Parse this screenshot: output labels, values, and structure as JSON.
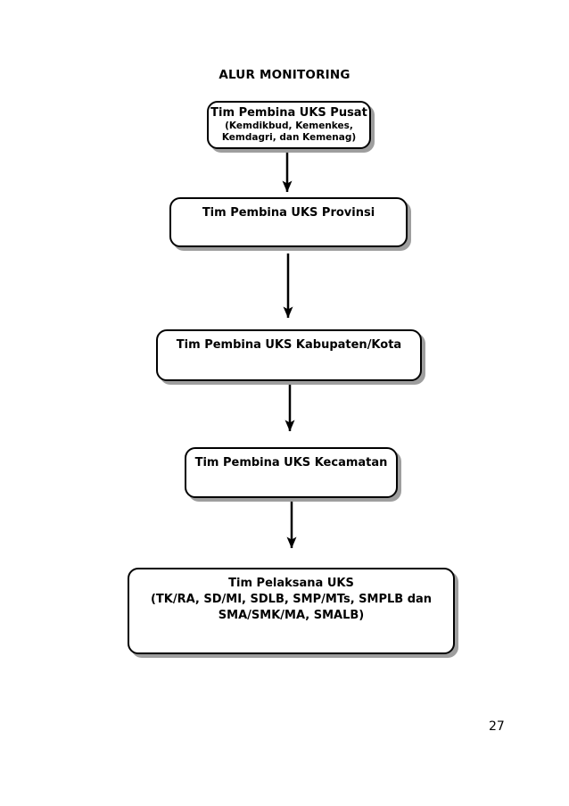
{
  "page": {
    "title": "ALUR MONITORING",
    "page_number": "27"
  },
  "colors": {
    "background": "#ffffff",
    "box_fill": "#ffffff",
    "box_border": "#000000",
    "box_shadow": "#9e9e9e",
    "text": "#000000",
    "arrow": "#000000"
  },
  "flowchart": {
    "nodes": [
      {
        "id": "pusat",
        "title": "Tim Pembina UKS Pusat",
        "subtitle_lines": [
          "(Kemdikbud, Kemenkes,",
          "Kemdagri, dan Kemenag)"
        ]
      },
      {
        "id": "provinsi",
        "title": "Tim Pembina UKS Provinsi"
      },
      {
        "id": "kabupaten-kota",
        "title": "Tim Pembina UKS Kabupaten/Kota"
      },
      {
        "id": "kecamatan",
        "title": "Tim Pembina UKS Kecamatan"
      },
      {
        "id": "pelaksana",
        "title": "Tim Pelaksana UKS",
        "subtitle_lines": [
          "(TK/RA, SD/MI, SDLB, SMP/MTs, SMPLB dan",
          "SMA/SMK/MA, SMALB)"
        ]
      }
    ],
    "edges": [
      {
        "from": "pusat",
        "to": "provinsi"
      },
      {
        "from": "provinsi",
        "to": "kabupaten-kota"
      },
      {
        "from": "kabupaten-kota",
        "to": "kecamatan"
      },
      {
        "from": "kecamatan",
        "to": "pelaksana"
      }
    ]
  }
}
